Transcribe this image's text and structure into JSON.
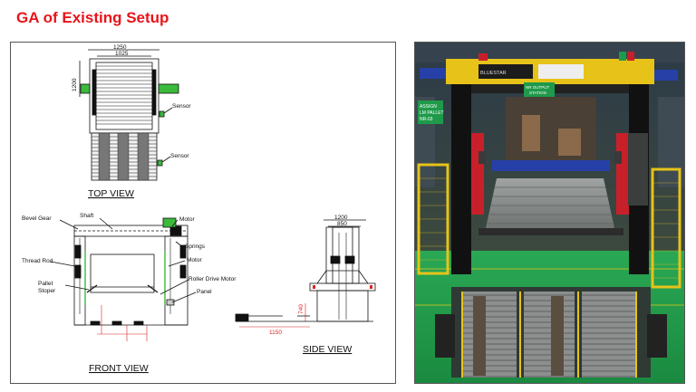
{
  "title": "GA of Existing Setup",
  "drawing": {
    "views": {
      "top": "TOP VIEW",
      "front": "FRONT VIEW",
      "side": "SIDE VIEW"
    },
    "callouts": {
      "sensor_1": "Sensor",
      "sensor_2": "Sensor",
      "bevel_gear": "Bevel Gear",
      "shaft": "Shaft",
      "motor_1": "Motor",
      "springs": "Springs",
      "motor_2": "Motor",
      "thread_rod": "Thread Rod",
      "roller_drive_motor": "Roller Drive Motor",
      "pallet_stoper_1": "Pallet",
      "pallet_stoper_2": "Stoper",
      "panel": "Panel"
    },
    "dimensions": {
      "top_overall_width": "1250",
      "top_inner_width": "1025",
      "top_height": "1200",
      "side_width_1": "1200",
      "side_width_2": "850",
      "side_height": "740",
      "side_base": "1150"
    }
  },
  "photo": {
    "sign_brand": "BLUESTAR",
    "sign_left_line1": "ASSIGN",
    "sign_left_line2": "LM PALLET",
    "sign_left_line3": "NR-03",
    "sign_center_line1": "NR OUTPUT",
    "sign_center_line2": "STATION",
    "colors": {
      "frame_yellow": "#e7c31a",
      "floor_green": "#1f9a4a",
      "arm_red": "#c8202a",
      "rack_blue": "#2740a8"
    }
  }
}
